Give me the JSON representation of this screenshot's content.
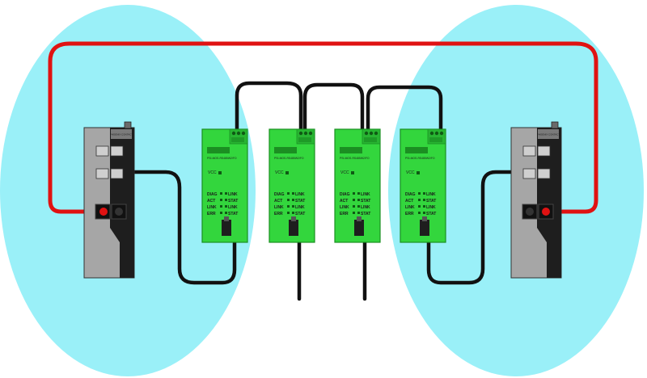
{
  "colors": {
    "zone": "#9af0f8",
    "module_green": "#33d63d",
    "module_green_dark": "#1b8f22",
    "switch_gray": "#a6a6a6",
    "switch_dark": "#1e1e1e",
    "cable_black": "#111111",
    "cable_red": "#e01212"
  },
  "switches": [
    {
      "name": "switch-left",
      "brand": "PHOENIX CONTACT"
    },
    {
      "name": "switch-right",
      "brand": "PHOENIX CONTACT"
    }
  ],
  "modules": [
    {
      "name": "module-1",
      "header": "PSI-MOS-RS485W2/FO",
      "vcc": "VCC",
      "leds_left": [
        "DIAG",
        "ACT",
        "LINK",
        "ERR"
      ],
      "leds_right": [
        "LINK",
        "STAT",
        "LINK",
        "STAT"
      ]
    },
    {
      "name": "module-2",
      "header": "PSI-MOS-RS485W2/FO",
      "vcc": "VCC",
      "leds_left": [
        "DIAG",
        "ACT",
        "LINK",
        "ERR"
      ],
      "leds_right": [
        "LINK",
        "STAT",
        "LINK",
        "STAT"
      ]
    },
    {
      "name": "module-3",
      "header": "PSI-MOS-RS485W2/FO",
      "vcc": "VCC",
      "leds_left": [
        "DIAG",
        "ACT",
        "LINK",
        "ERR"
      ],
      "leds_right": [
        "LINK",
        "STAT",
        "LINK",
        "STAT"
      ]
    },
    {
      "name": "module-4",
      "header": "PSI-MOS-RS485W2/FO",
      "vcc": "VCC",
      "leds_left": [
        "DIAG",
        "ACT",
        "LINK",
        "ERR"
      ],
      "leds_right": [
        "LINK",
        "STAT",
        "LINK",
        "STAT"
      ]
    }
  ]
}
